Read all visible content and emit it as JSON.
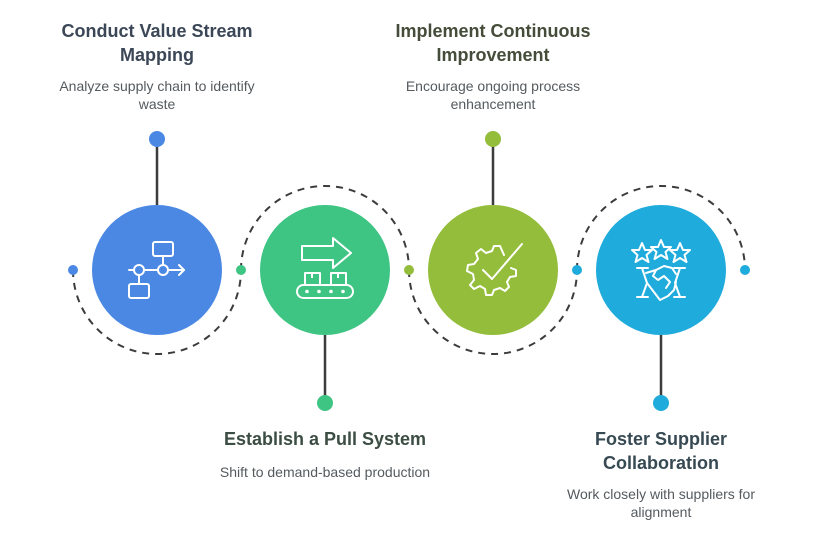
{
  "steps": [
    {
      "title": "Conduct Value Stream Mapping",
      "description": "Analyze supply chain to identify waste",
      "color": "#4b88e4",
      "icon": "flowchart-icon",
      "label_position": "top"
    },
    {
      "title": "Establish a Pull System",
      "description": "Shift to demand-based production",
      "color": "#3ec483",
      "icon": "conveyor-arrow-icon",
      "label_position": "bottom"
    },
    {
      "title": "Implement Continuous Improvement",
      "description": "Encourage ongoing process enhancement",
      "color": "#93bd3a",
      "icon": "gear-check-icon",
      "label_position": "top"
    },
    {
      "title": "Foster Supplier Collaboration",
      "description": "Work closely with suppliers for alignment",
      "color": "#1fabdb",
      "icon": "stars-handshake-icon",
      "label_position": "bottom"
    }
  ],
  "connector_color": "#3c3c3c"
}
